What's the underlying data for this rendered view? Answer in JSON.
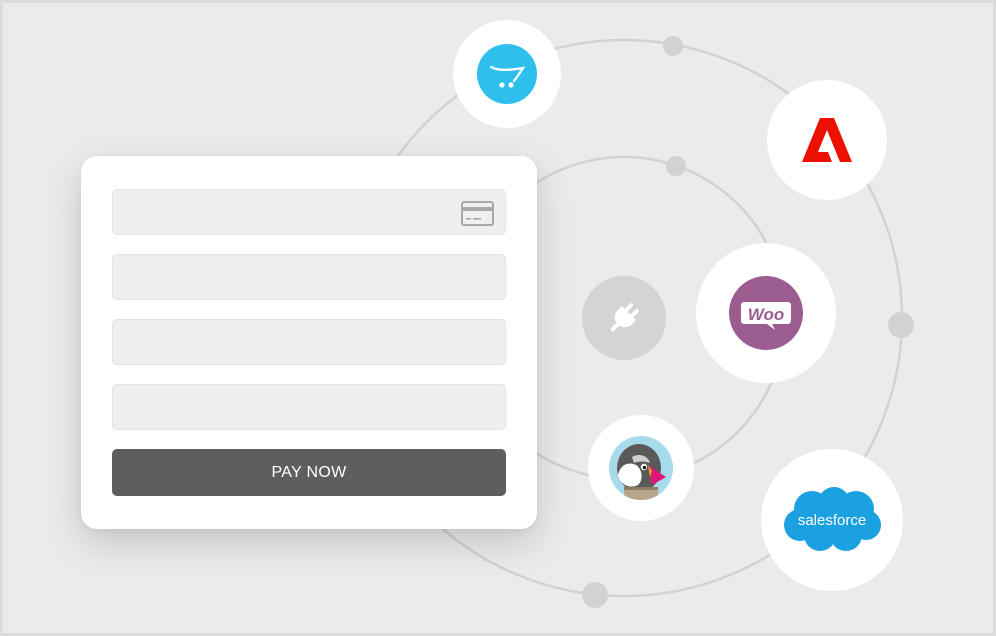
{
  "payment_form": {
    "fields": [
      {
        "name": "card-number",
        "value": "",
        "placeholder": "",
        "icon": "credit-card-icon"
      },
      {
        "name": "field-2",
        "value": "",
        "placeholder": ""
      },
      {
        "name": "field-3",
        "value": "",
        "placeholder": ""
      },
      {
        "name": "field-4",
        "value": "",
        "placeholder": ""
      }
    ],
    "pay_button_label": "PAY NOW"
  },
  "hub": {
    "icon": "plug-icon"
  },
  "integrations": [
    {
      "name": "OpenCart",
      "icon": "opencart-cart-icon",
      "color": "#2fbfec"
    },
    {
      "name": "Adobe",
      "icon": "adobe-logo-icon",
      "color": "#eb1000"
    },
    {
      "name": "WooCommerce",
      "icon": "woocommerce-logo-icon",
      "color": "#9b5c8f",
      "label": "Woo"
    },
    {
      "name": "PrestaShop",
      "icon": "prestashop-puffin-icon",
      "color": "#a7dbeb"
    },
    {
      "name": "Salesforce",
      "icon": "salesforce-cloud-icon",
      "color": "#1ba0e2",
      "label": "salesforce"
    }
  ],
  "colors": {
    "background": "#ebebeb",
    "border": "#dcdcdc",
    "orbit": "#d2d2d2",
    "button": "#5e5e5e",
    "field": "#efefef"
  }
}
